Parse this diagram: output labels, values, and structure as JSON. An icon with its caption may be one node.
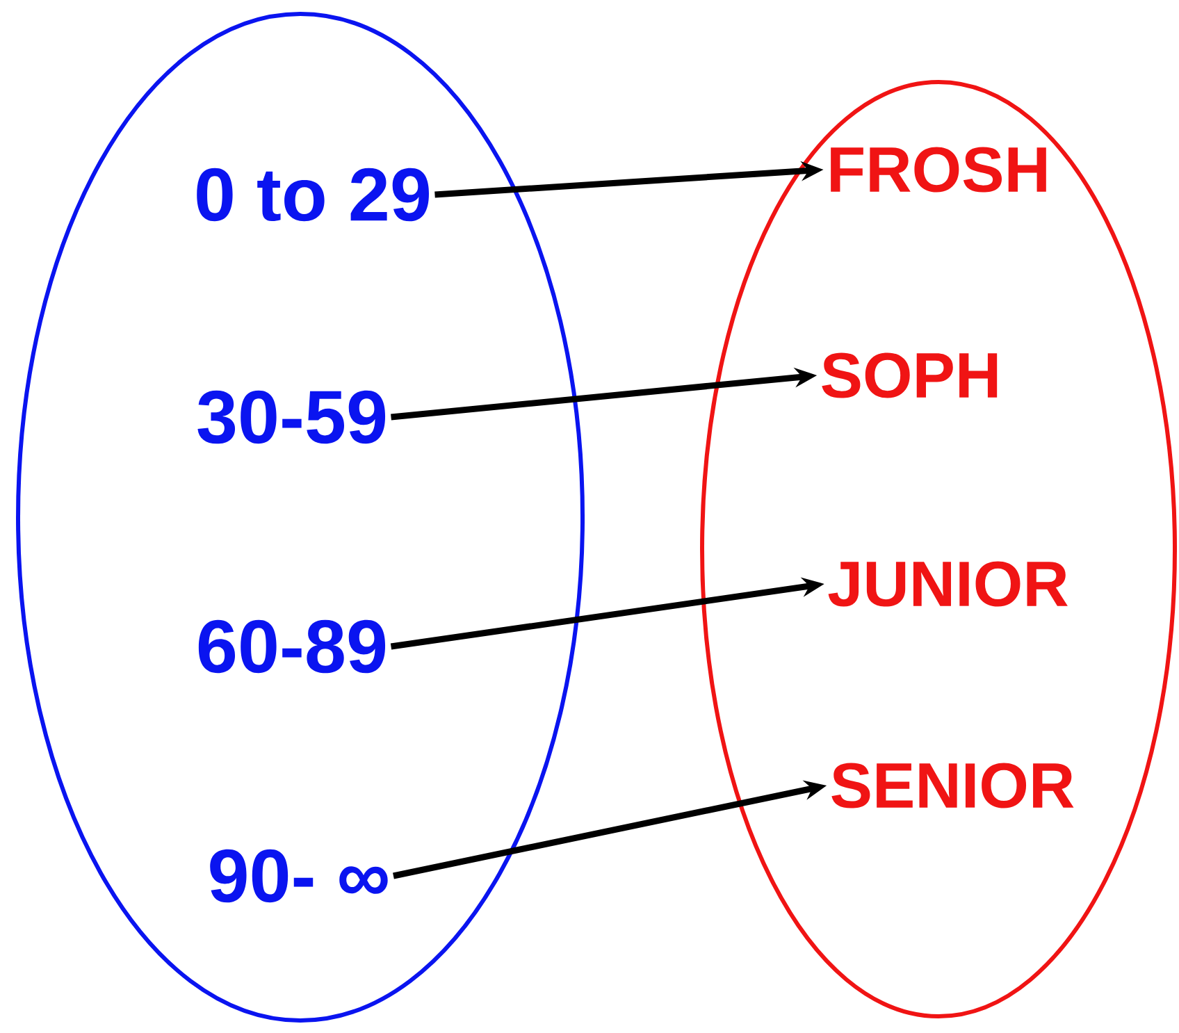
{
  "diagram": {
    "nodes": [
      {
        "text": [],
        "shape": "ellipse"
      },
      {
        "text": [
          "0 to 29"
        ],
        "in": 0
      },
      {
        "text": [
          "30-59"
        ],
        "in": 0
      },
      {
        "text": [
          "60-89"
        ],
        "in": 0
      },
      {
        "text": [
          "90- ∞"
        ],
        "in": 0
      },
      {
        "text": [],
        "shape": "ellipse"
      },
      {
        "text": [
          "FROSH"
        ],
        "in": 5
      },
      {
        "text": [
          "SOPH"
        ],
        "in": 5
      },
      {
        "text": [
          "JUNIOR"
        ],
        "in": 5
      },
      {
        "text": [
          "SENIOR"
        ],
        "in": 5
      }
    ],
    "edges": [
      {
        "from": 1,
        "to": 6,
        "arrow": "to"
      },
      {
        "from": 2,
        "to": 7,
        "arrow": "to"
      },
      {
        "from": 3,
        "to": 8,
        "arrow": "to"
      },
      {
        "from": 4,
        "to": 9,
        "arrow": "to"
      }
    ]
  }
}
